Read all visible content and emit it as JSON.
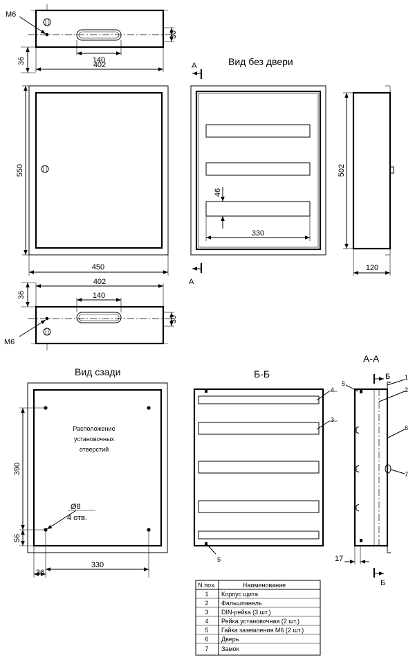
{
  "views": {
    "no_door": "Вид без двери",
    "rear": "Вид сзади",
    "section_bb": "Б-Б",
    "section_aa": "А-А"
  },
  "section_marks": {
    "a": "А",
    "b": "Б"
  },
  "dims": {
    "top_m6": "М6",
    "top_30": "30",
    "top_140": "140",
    "top_36": "36",
    "top_402": "402",
    "front_550": "550",
    "front_450": "450",
    "nodoor_46": "46",
    "nodoor_330": "330",
    "side_502": "502",
    "side_120": "120",
    "bot_402": "402",
    "bot_140": "140",
    "bot_36": "36",
    "bot_30": "30",
    "bot_m6": "М6",
    "rear_390": "390",
    "rear_56": "56",
    "rear_36": "36",
    "rear_330": "330",
    "rear_hole": "Ø8",
    "rear_holes_count": "4 отв.",
    "aa_17": "17"
  },
  "rear_note": [
    "Расположение",
    "установочных",
    "отверстий"
  ],
  "callouts": {
    "bb": [
      "4",
      "3",
      "5"
    ],
    "aa": [
      "5",
      "1",
      "2",
      "6",
      "7"
    ]
  },
  "parts_table": {
    "headers": [
      "N поз.",
      "Наименование"
    ],
    "rows": [
      [
        "1",
        "Корпус щита"
      ],
      [
        "2",
        "Фальшпанель"
      ],
      [
        "3",
        "DIN-рейка (3 шт.)"
      ],
      [
        "4",
        "Рейка установочная (2 шт.)"
      ],
      [
        "5",
        "Гайка заземления М6 (2 шт.)"
      ],
      [
        "6",
        "Дверь"
      ],
      [
        "7",
        "Замок"
      ]
    ]
  }
}
